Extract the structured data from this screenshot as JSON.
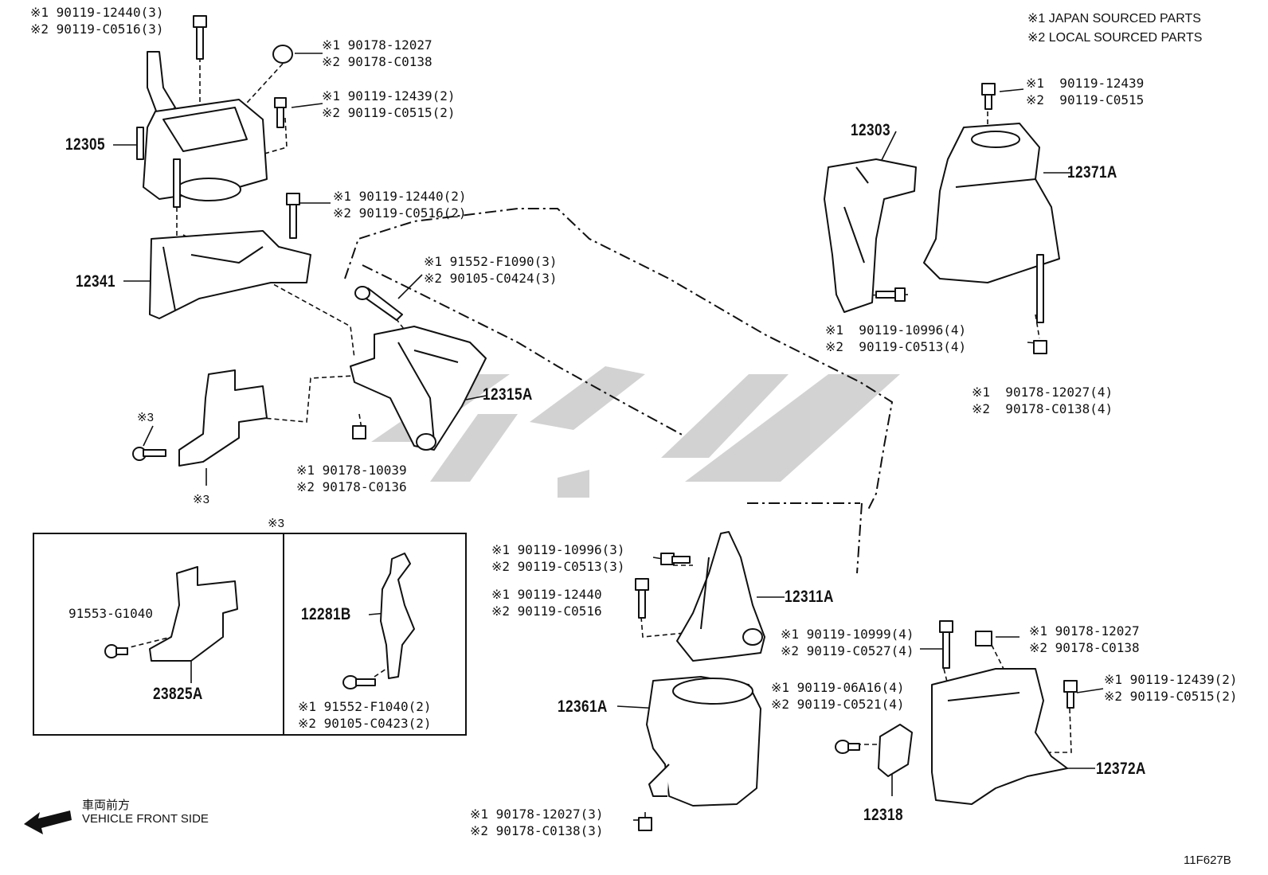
{
  "legend": {
    "japan": "※1 JAPAN SOURCED PARTS",
    "local": "※2 LOCAL SOURCED PARTS"
  },
  "diagram_code": "11F627B",
  "front": {
    "jp": "車両前方",
    "en": "VEHICLE FRONT SIDE"
  },
  "watermark_color": "#c8c8c8",
  "parts": {
    "p12305": "12305",
    "p12341": "12341",
    "p12315A": "12315A",
    "p12303": "12303",
    "p12371A": "12371A",
    "p12311A": "12311A",
    "p12361A": "12361A",
    "p12372A": "12372A",
    "p12318": "12318",
    "p12281B": "12281B",
    "p23825A": "23825A"
  },
  "callouts": {
    "c1": [
      "※1 90119-12440(3)",
      "※2 90119-C0516(3)"
    ],
    "c2": [
      "※1 90178-12027",
      "※2 90178-C0138"
    ],
    "c3": [
      "※1 90119-12439(2)",
      "※2 90119-C0515(2)"
    ],
    "c4": [
      "※1 90119-12440(2)",
      "※2 90119-C0516(2)"
    ],
    "c5": [
      "※1 91552-F1090(3)",
      "※2 90105-C0424(3)"
    ],
    "c6": [
      "※1 90178-10039",
      "※2 90178-C0136"
    ],
    "c7": [
      "※1  90119-12439",
      "※2  90119-C0515"
    ],
    "c8": [
      "※1  90119-10996(4)",
      "※2  90119-C0513(4)"
    ],
    "c9": [
      "※1  90178-12027(4)",
      "※2  90178-C0138(4)"
    ],
    "c10": [
      "※1 90119-10996(3)",
      "※2 90119-C0513(3)"
    ],
    "c11": [
      "※1 90119-12440",
      "※2 90119-C0516"
    ],
    "c12": [
      "※1 90119-10999(4)",
      "※2 90119-C0527(4)"
    ],
    "c13": [
      "※1 90178-12027",
      "※2 90178-C0138"
    ],
    "c14": [
      "※1 90119-12439(2)",
      "※2 90119-C0515(2)"
    ],
    "c15": [
      "※1 90119-06A16(4)",
      "※2 90119-C0521(4)"
    ],
    "c16": [
      "※1 91552-F1040(2)",
      "※2 90105-C0423(2)"
    ],
    "c17": [
      "※1 90178-12027(3)",
      "※2 90178-C0138(3)"
    ],
    "single_91553": "91553-G1040",
    "mark3_a": "※3",
    "mark3_b": "※3",
    "mark3_c": "※3"
  }
}
